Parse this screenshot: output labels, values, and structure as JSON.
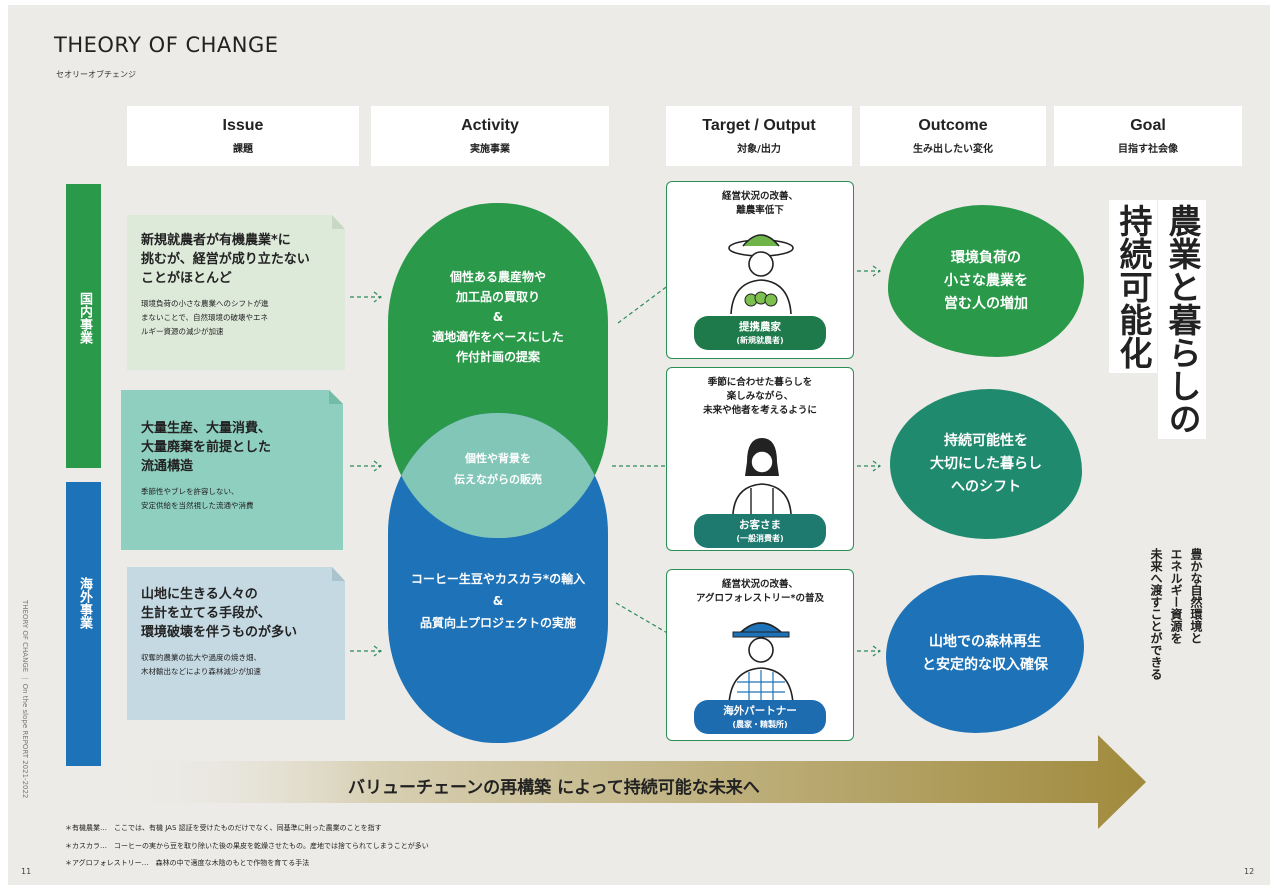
{
  "header": {
    "title": "THEORY OF CHANGE",
    "subtitle": "セオリーオブチェンジ"
  },
  "columns": [
    {
      "en": "Issue",
      "jp": "課題"
    },
    {
      "en": "Activity",
      "jp": "実施事業"
    },
    {
      "en": "Target / Output",
      "jp": "対象/出力"
    },
    {
      "en": "Outcome",
      "jp": "生み出したい変化"
    },
    {
      "en": "Goal",
      "jp": "目指す社会像"
    }
  ],
  "sidebar": {
    "domestic": "国内事業",
    "overseas": "海外事業"
  },
  "issues": [
    {
      "lines": [
        "新規就農者が有機農業*に",
        "挑むが、経営が成り立たない",
        "ことがほとんど"
      ],
      "sub": [
        "環境負荷の小さな農業へのシフトが進",
        "まないことで、自然環境の破壊やエネ",
        "ルギー資源の減少が加速"
      ]
    },
    {
      "lines": [
        "大量生産、大量消費、",
        "大量廃棄を前提とした",
        "流通構造"
      ],
      "sub": [
        "季節性やブレを許容しない、",
        "安定供給を当然視した流通や消費"
      ]
    },
    {
      "lines": [
        "山地に生きる人々の",
        "生計を立てる手段が、",
        "環境破壊を伴うものが多い"
      ],
      "sub": [
        "収奪的農業の拡大や過度の焼き畑、",
        "木材輸出などにより森林減少が加速"
      ]
    }
  ],
  "activities": {
    "green": [
      "個性ある農産物や",
      "加工品の買取り",
      "&",
      "適地適作をベースにした",
      "作付計画の提案"
    ],
    "overlap": [
      "個性や背景を",
      "伝えながらの販売"
    ],
    "blue": [
      "コーヒー生豆やカスカラ*の輸入",
      "&",
      "品質向上プロジェクトの実施"
    ]
  },
  "targets": [
    {
      "top": [
        "経営状況の改善、",
        "離農率低下"
      ],
      "pill": "提携農家",
      "pill_sub": "(新規就農者)"
    },
    {
      "top": [
        "季節に合わせた暮らしを",
        "楽しみながら、",
        "未来や他者を考えるように"
      ],
      "pill": "お客さま",
      "pill_sub": "(一般消費者)"
    },
    {
      "top": [
        "経営状況の改善、",
        "アグロフォレストリー*の普及"
      ],
      "pill": "海外パートナー",
      "pill_sub": "(農家・精製所)"
    }
  ],
  "outcomes": [
    [
      "環境負荷の",
      "小さな農業を",
      "営む人の増加"
    ],
    [
      "持続可能性を",
      "大切にした暮らし",
      "へのシフト"
    ],
    [
      "山地での森林再生",
      "と安定的な収入確保"
    ]
  ],
  "goal": {
    "col_left": "持続可能化",
    "col_right": "農業と暮らしの",
    "sub_right": "豊かな自然環境と",
    "sub_mid": "エネルギー資源を",
    "sub_left": "未来へ渡すことができる"
  },
  "banner": "バリューチェーンの再構築 によって持続可能な未来へ",
  "footnotes": [
    "＊有機農業…　ここでは、有機 JAS 認証を受けたものだけでなく、同基準に則った農業のことを指す",
    "＊カスカラ…　コーヒーの実から豆を取り除いた後の果皮を乾燥させたもの。産地では捨てられてしまうことが多い",
    "＊アグロフォレストリー…　森林の中で適度な木陰のもとで作物を育てる手法"
  ],
  "side_caption": "THEORY OF CHANGE ｜ On the slope REPORT 2021-2022",
  "pages": {
    "left": "11",
    "right": "12"
  },
  "colors": {
    "green": "#2a9a4a",
    "dark_green": "#1e8a5c",
    "teal": "#1f8a78",
    "blue": "#1e73b8",
    "mint": "#7fc4b3",
    "issue_green": "#dde9d9",
    "issue_teal": "#8fcfbf",
    "issue_blue": "#c5d9e2",
    "gold": "#a08a3c"
  }
}
